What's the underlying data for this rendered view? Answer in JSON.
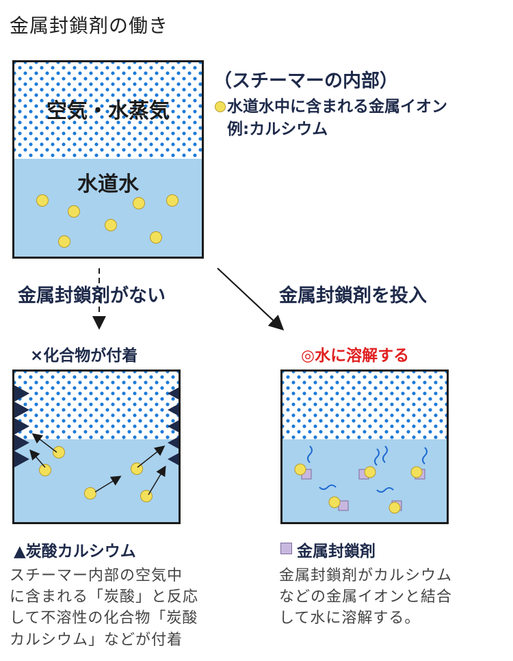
{
  "title": "金属封鎖剤の働き",
  "legend": {
    "heading": "（スチーマーの内部）",
    "ion_line1": "水道水中に含まれる金属イオン",
    "ion_line2": "例:カルシウム"
  },
  "top_box": {
    "air_label": "空気・水蒸気",
    "water_label": "水道水"
  },
  "left_branch": {
    "condition": "金属封鎖剤がない",
    "result": "×化合物が付着",
    "legend_label": "▲炭酸カルシウム",
    "desc_lines": [
      "スチーマー内部の空気中",
      "に含まれる「炭酸」と反応",
      "して不溶性の化合物「炭酸",
      "カルシウム」などが付着"
    ]
  },
  "right_branch": {
    "condition": "金属封鎖剤を投入",
    "result": "◎水に溶解する",
    "legend_label": "金属封鎖剤",
    "desc_lines": [
      "金属封鎖剤がカルシウム",
      "などの金属イオンと結合",
      "して水に溶解する。"
    ]
  },
  "colors": {
    "water": "#a9d2ee",
    "dots": "#1d7ad6",
    "ion": "#f3e05a",
    "sequestrant": "#c8b8e0",
    "deposit": "#1e2a4a",
    "highlight": "#e02020"
  }
}
